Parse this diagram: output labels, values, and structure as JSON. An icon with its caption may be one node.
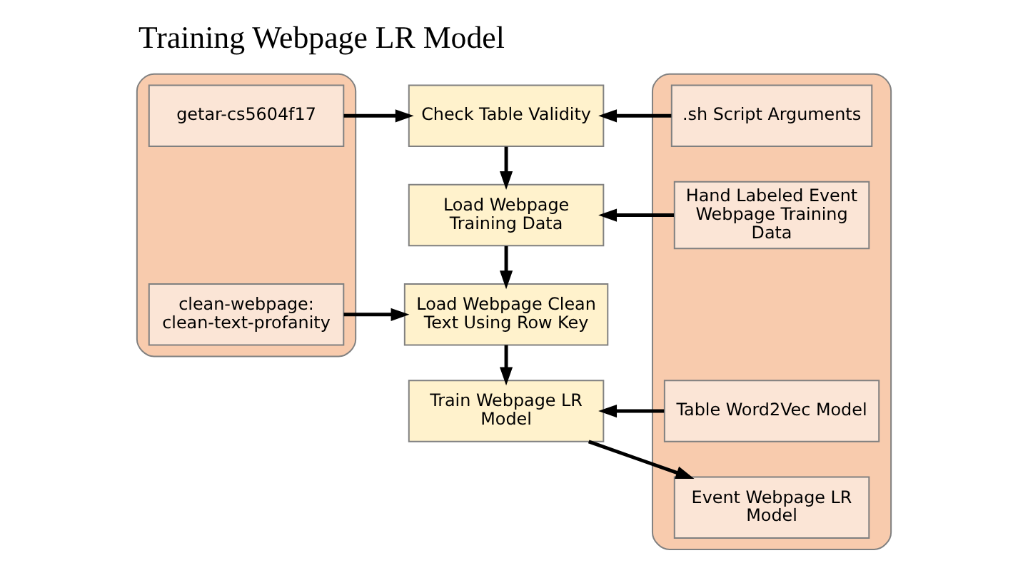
{
  "diagram": {
    "title": "Training Webpage LR Model",
    "nodes": [
      {
        "text": [],
        "shape": "cylinder"
      },
      {
        "text": [
          "getar-cs5604f17"
        ],
        "in": 0
      },
      {
        "text": [
          "clean-webpage: clean-text-profanity"
        ],
        "in": 0
      },
      {
        "text": [
          "Check Table Validity"
        ]
      },
      {
        "text": [
          "Load Webpage Training Data"
        ]
      },
      {
        "text": [
          "Load Webpage Clean Text Using Row Key"
        ]
      },
      {
        "text": [
          "Train Webpage LR Model"
        ]
      },
      {
        "text": [],
        "shape": "cylinder"
      },
      {
        "text": [
          ".sh Script Arguments"
        ],
        "in": 7
      },
      {
        "text": [
          "Hand Labeled Event Webpage Training Data"
        ],
        "in": 7
      },
      {
        "text": [
          "Table Word2Vec Model"
        ],
        "in": 7
      },
      {
        "text": [
          "Event Webpage LR Model"
        ],
        "in": 7
      }
    ],
    "edges": [
      {
        "from": 1,
        "to": 3,
        "arrow": "to"
      },
      {
        "from": 8,
        "to": 3,
        "arrow": "to"
      },
      {
        "from": 3,
        "to": 4,
        "arrow": "to"
      },
      {
        "from": 9,
        "to": 4,
        "arrow": "to"
      },
      {
        "from": 4,
        "to": 5,
        "arrow": "to"
      },
      {
        "from": 2,
        "to": 5,
        "arrow": "to"
      },
      {
        "from": 5,
        "to": 6,
        "arrow": "to"
      },
      {
        "from": 10,
        "to": 6,
        "arrow": "to"
      },
      {
        "from": 6,
        "to": 11,
        "arrow": "to"
      }
    ]
  }
}
